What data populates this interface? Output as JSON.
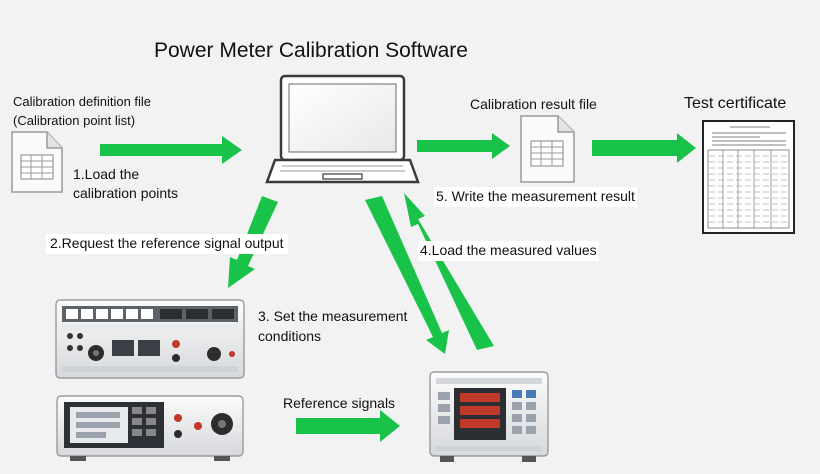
{
  "title": "Power Meter Calibration Software",
  "labels": {
    "definition_file_line1": "Calibration definition file",
    "definition_file_line2": "(Calibration point list)",
    "step1_line1": "1.Load the",
    "step1_line2": "calibration points",
    "result_file": "Calibration result file",
    "test_certificate": "Test certificate",
    "step5": "5. Write the measurement result",
    "step2": "2.Request the reference signal output",
    "step4": "4.Load the measured values",
    "step3_line1": "3. Set the measurement",
    "step3_line2": "conditions",
    "reference_signals": "Reference signals"
  },
  "colors": {
    "arrow": "#19c34a",
    "background": "#f2f2f2",
    "text": "#111111"
  },
  "icons": {
    "laptop": "laptop-icon",
    "spreadsheet_file": "spreadsheet-file-icon",
    "certificate": "certificate-document-icon",
    "calibrator": "power-calibrator-device",
    "standard": "reference-standard-device",
    "power_meter": "power-meter-device"
  }
}
